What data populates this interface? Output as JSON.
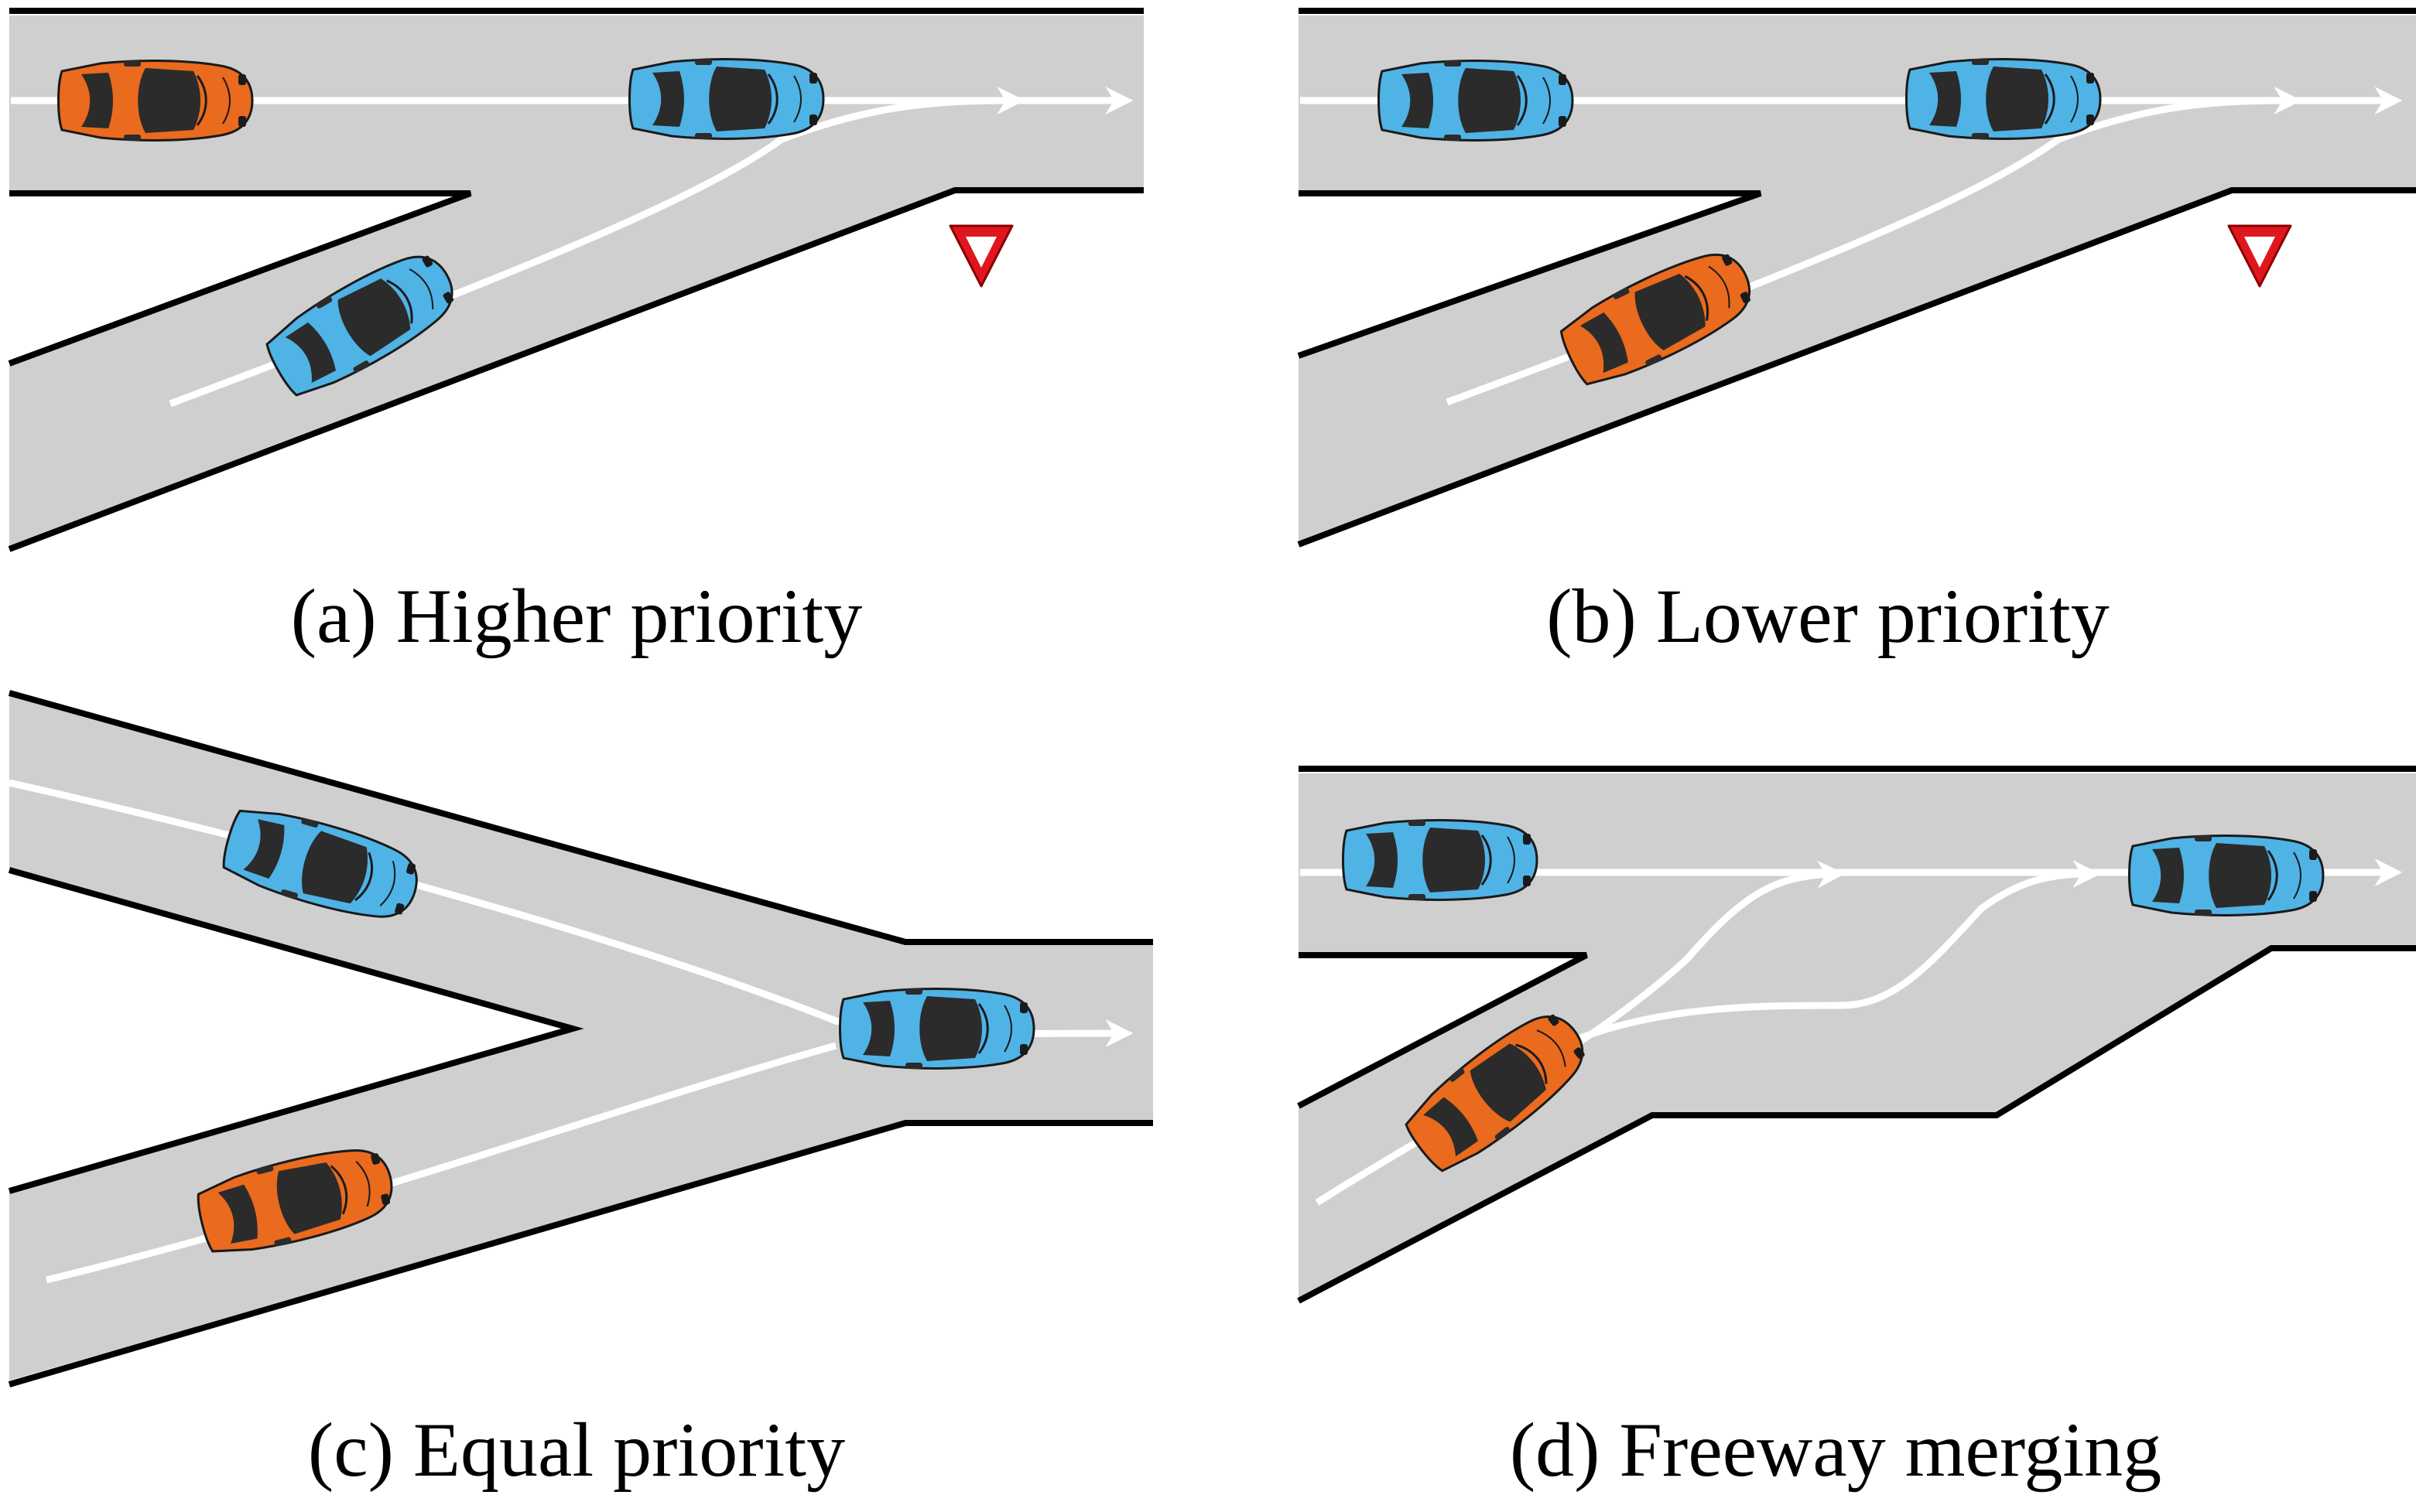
{
  "colors": {
    "road": "#cfcfcf",
    "edge": "#000000",
    "lane_marking": "#ffffff",
    "car_blue": "#4fb3e6",
    "car_orange": "#ea6a1e",
    "car_window": "#2b2b2b",
    "yield_sign": "#e0161e"
  },
  "panels": [
    {
      "id": "a",
      "caption": "(a) Higher priority",
      "cars": [
        {
          "color": "orange",
          "road": "main"
        },
        {
          "color": "blue",
          "road": "main"
        },
        {
          "color": "blue",
          "road": "ramp"
        }
      ],
      "sign": "yield-sign"
    },
    {
      "id": "b",
      "caption": "(b) Lower priority",
      "cars": [
        {
          "color": "blue",
          "road": "main"
        },
        {
          "color": "blue",
          "road": "main"
        },
        {
          "color": "orange",
          "road": "ramp"
        }
      ],
      "sign": "yield-sign"
    },
    {
      "id": "c",
      "caption": "(c) Equal priority",
      "cars": [
        {
          "color": "blue",
          "road": "upper-branch"
        },
        {
          "color": "blue",
          "road": "merged"
        },
        {
          "color": "orange",
          "road": "lower-branch"
        }
      ]
    },
    {
      "id": "d",
      "caption": "(d) Freeway merging",
      "cars": [
        {
          "color": "blue",
          "road": "main"
        },
        {
          "color": "blue",
          "road": "main"
        },
        {
          "color": "orange",
          "road": "on-ramp"
        }
      ]
    }
  ]
}
